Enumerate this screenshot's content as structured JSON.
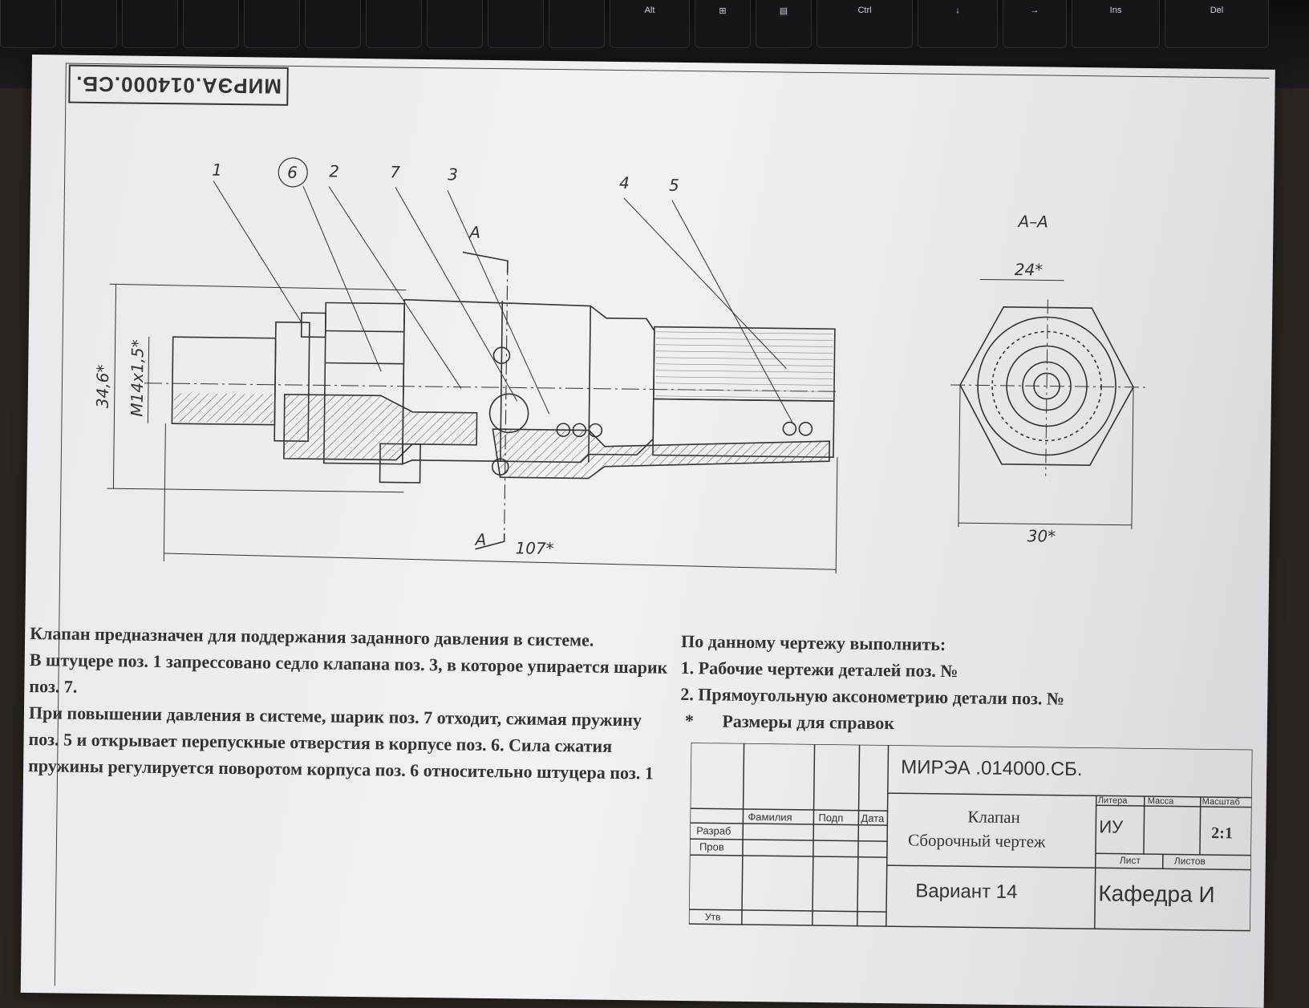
{
  "keyboard": {
    "keys": [
      "Alt",
      "Ctrl",
      "Ins",
      "Del"
    ]
  },
  "stamp_top": "МИРЭА.014000.СБ.",
  "drawing": {
    "section_label": "А–А",
    "cut_label": "А",
    "position_numbers": [
      "1",
      "6",
      "2",
      "7",
      "3",
      "4",
      "5"
    ],
    "dimensions": {
      "overall_length": "107*",
      "diameter": "34,6*",
      "thread": "M14x1,5*",
      "across_flats": "24*",
      "across_corners": "30*"
    }
  },
  "description": [
    "Клапан предназначен для поддержания заданного давления в системе.",
    "В штуцере поз. 1 запрессовано седло клапана поз. 3, в которое упирается шарик поз. 7.",
    "При повышении давления в системе, шарик поз. 7 отходит, сжимая пружину поз. 5 и открывает перепускные отверстия в корпусе поз. 6. Сила сжатия пружины регулируется поворотом корпуса поз. 6 относительно штуцера поз. 1"
  ],
  "tasks": {
    "heading": "По данному чертежу выполнить:",
    "items": [
      "1. Рабочие чертежи деталей поз. №",
      "2. Прямоугольную аксонометрию детали поз. №"
    ],
    "footnote_mark": "*",
    "footnote": "Размеры для справок"
  },
  "title_block": {
    "doc_code": "МИРЭА .014000.СБ.",
    "col_surname": "Фамилия",
    "col_sign": "Подп",
    "col_date": "Дата",
    "row_developer": "Разраб",
    "row_checker": "Пров",
    "row_approver": "Утв",
    "name": "Клапан",
    "doc_type": "Сборочный чертеж",
    "literal_header": "Литера",
    "mass_header": "Масса",
    "scale_header": "Масштаб",
    "literal_value": "ИУ",
    "scale_value": "2:1",
    "sheet_label": "Лист",
    "sheets_label": "Листов",
    "variant": "Вариант 14",
    "department": "Кафедра И"
  }
}
